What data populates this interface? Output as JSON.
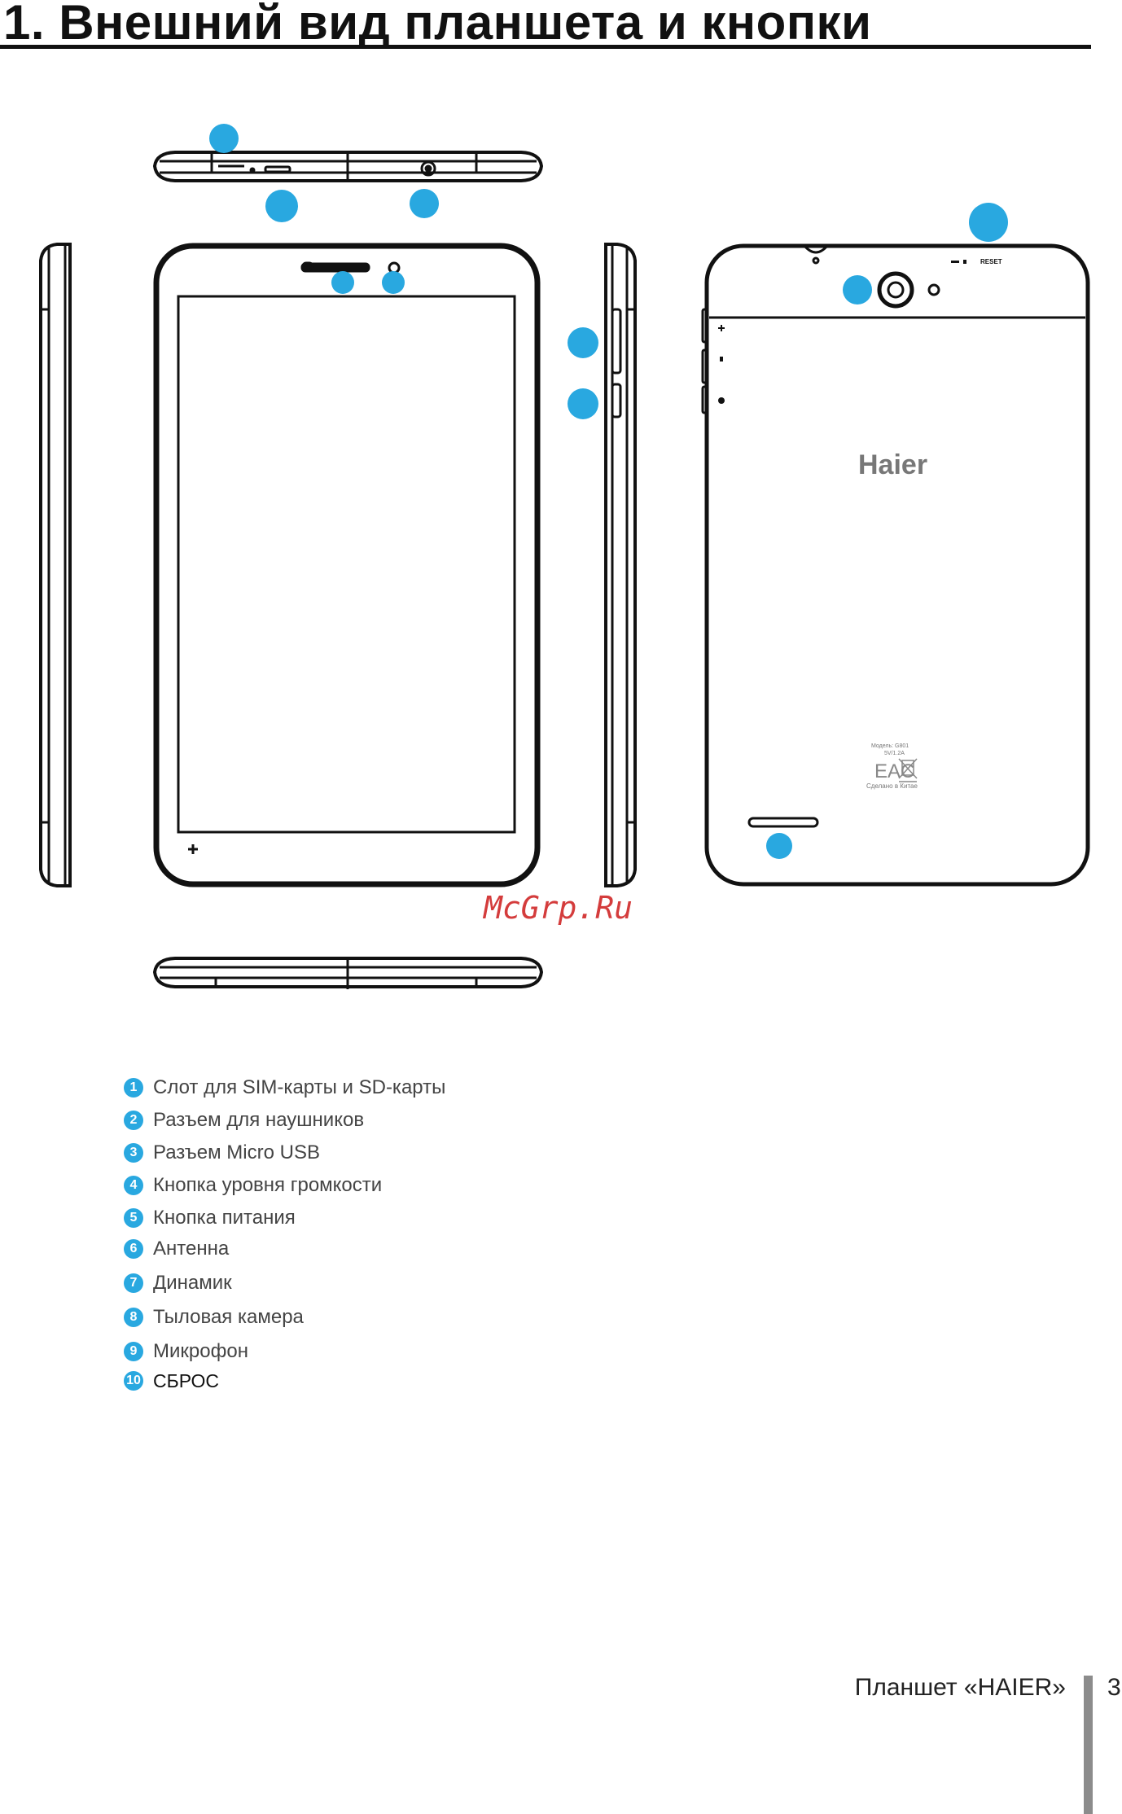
{
  "page": {
    "title": "1. Внешний вид планшета и кнопки",
    "footer_label": "Планшет «HAIER»",
    "page_number": "3"
  },
  "device": {
    "brand_logo": "Haier",
    "label_model": "Модель: G801",
    "label_code": "5V/1.2A",
    "label_cert": "EAC",
    "label_origin": "Сделано в Китае",
    "reset_label": "RESET",
    "watermark": "McGrp.Ru",
    "callout_color": "#29a8e0"
  },
  "legend": [
    {
      "num": "1",
      "text": "Слот для SIM-карты и SD-карты"
    },
    {
      "num": "2",
      "text": "Разъем для наушников"
    },
    {
      "num": "3",
      "text": "Разъем Micro USB"
    },
    {
      "num": "4",
      "text": "Кнопка уровня громкости"
    },
    {
      "num": "5",
      "text": "Кнопка питания"
    },
    {
      "num": "6",
      "text": "Антенна"
    },
    {
      "num": "7",
      "text": "Динамик"
    },
    {
      "num": "8",
      "text": "Тыловая камера"
    },
    {
      "num": "9",
      "text": "Микрофон"
    },
    {
      "num": "10",
      "text": "СБРОС"
    }
  ]
}
